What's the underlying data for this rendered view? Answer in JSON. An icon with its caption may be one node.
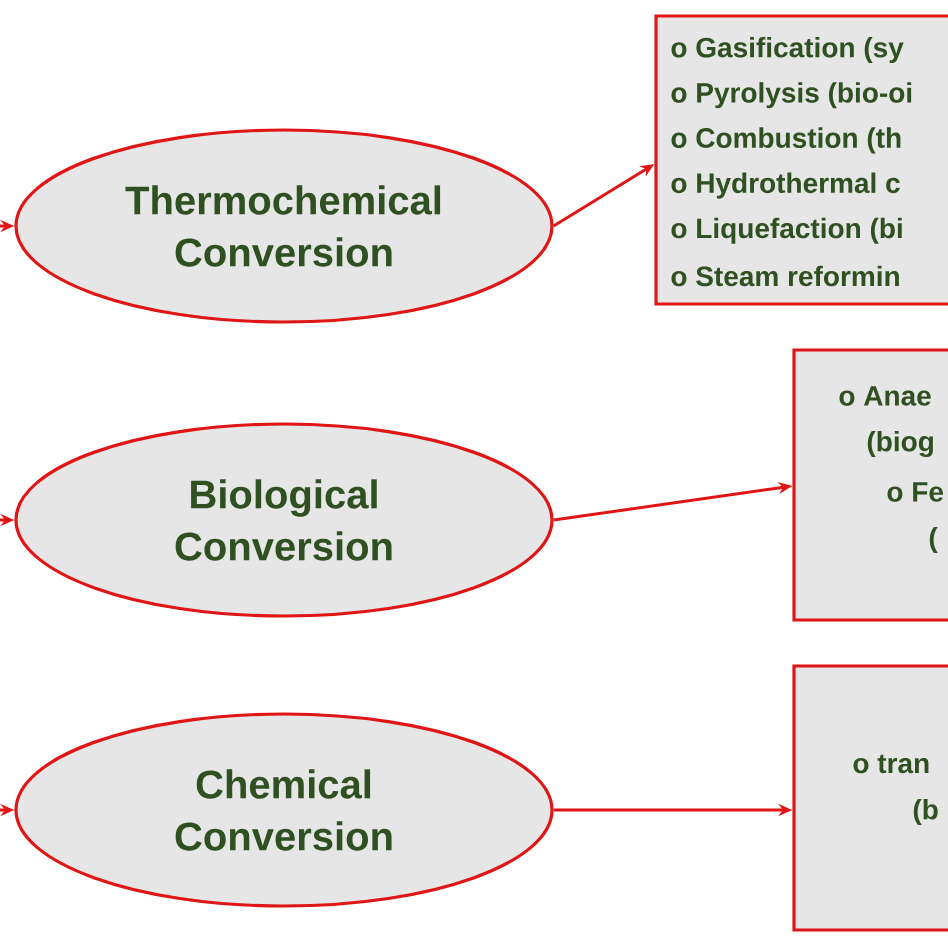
{
  "diagram": {
    "nodes": [
      {
        "text": [
          "Thermochemical Conversion"
        ]
      },
      {
        "text": [
          "o Gasification (sy",
          "o Pyrolysis (bio-oi",
          "o Combustion (th",
          "o Hydrothermal c",
          "o Liquefaction (bi",
          "o Steam reformin"
        ]
      },
      {
        "text": [
          "Biological Conversion"
        ]
      },
      {
        "text": [
          "o Anae",
          "(biog",
          "o Fe",
          "("
        ]
      },
      {
        "text": [
          "Chemical Conversion"
        ]
      },
      {
        "text": [
          "o tran",
          "(b"
        ]
      }
    ],
    "edges": [
      {
        "from": null,
        "to": 0,
        "arrow": "to"
      },
      {
        "from": 0,
        "to": 1,
        "arrow": "to"
      },
      {
        "from": null,
        "to": 2,
        "arrow": "to"
      },
      {
        "from": 2,
        "to": 3,
        "arrow": "to"
      },
      {
        "from": null,
        "to": 4,
        "arrow": "to"
      },
      {
        "from": 4,
        "to": 5,
        "arrow": "to"
      }
    ]
  }
}
